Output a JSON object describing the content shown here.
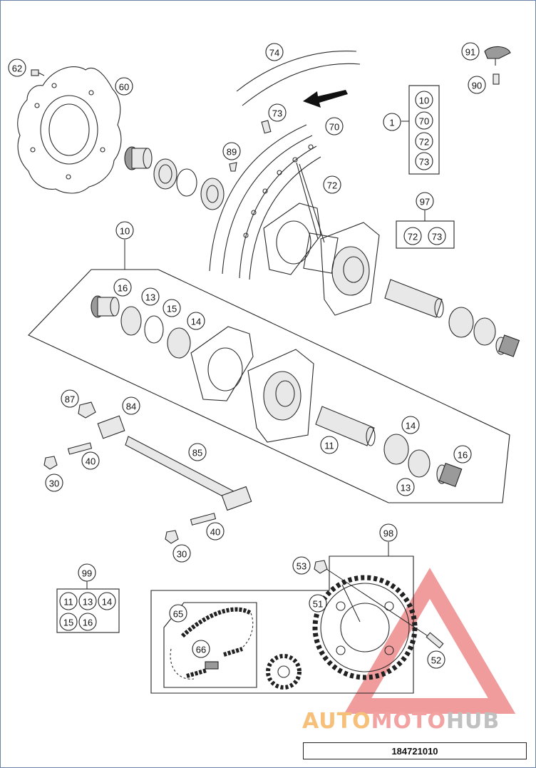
{
  "diagram": {
    "callouts": [
      "62",
      "60",
      "74",
      "73",
      "89",
      "70",
      "72",
      "91",
      "90",
      "1",
      "10",
      "70",
      "72",
      "73",
      "97",
      "72",
      "73",
      "10",
      "16",
      "13",
      "15",
      "14",
      "87",
      "84",
      "40",
      "30",
      "85",
      "11",
      "14",
      "16",
      "13",
      "40",
      "30",
      "98",
      "53",
      "51",
      "52",
      "99",
      "11",
      "13",
      "14",
      "15",
      "16",
      "65",
      "66"
    ],
    "brand": {
      "part1": "AUTO",
      "part2": "MOTO",
      "part3": "HUB"
    },
    "doc_number": "184721010"
  }
}
